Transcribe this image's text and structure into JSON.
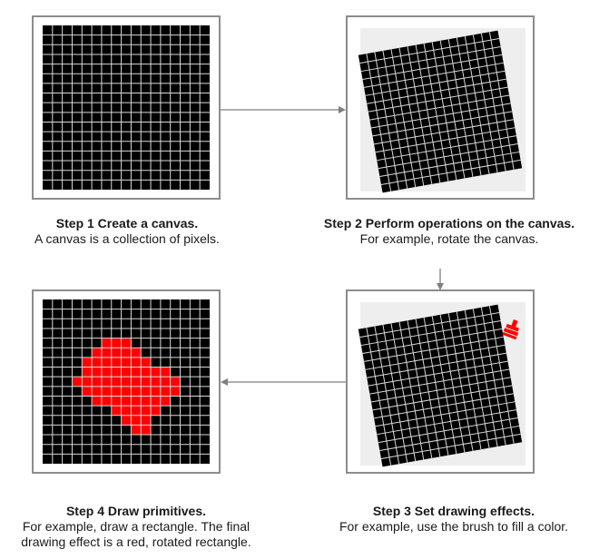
{
  "steps": [
    {
      "title": "Step 1 Create a canvas.",
      "desc": "A canvas is a collection of pixels."
    },
    {
      "title": "Step 2 Perform operations on the canvas.",
      "desc": "For example, rotate the canvas."
    },
    {
      "title": "Step 3 Set drawing effects.",
      "desc": "For example, use the brush to fill a color."
    },
    {
      "title": "Step 4 Draw primitives.",
      "desc": "For example, draw a rectangle. The final drawing effect is a red, rotated rectangle."
    }
  ],
  "colors": {
    "pixel": "#000000",
    "grid_line": "#d9d9d9",
    "frame_border": "#8c8c8c",
    "canvas_backdrop": "#eeeeee",
    "fill": "#ff0000",
    "arrow": "#7f7f7f"
  },
  "icons": {
    "brush": "brush-icon"
  }
}
